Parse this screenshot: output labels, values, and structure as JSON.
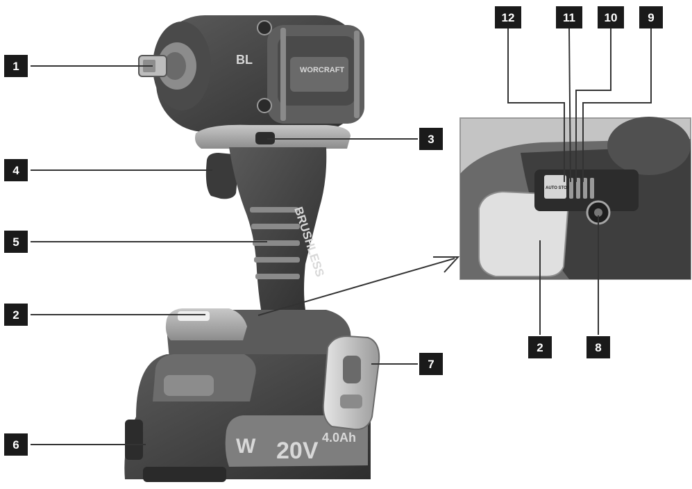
{
  "callouts": [
    {
      "id": "1",
      "label": "1"
    },
    {
      "id": "2",
      "label": "2"
    },
    {
      "id": "3",
      "label": "3"
    },
    {
      "id": "4",
      "label": "4"
    },
    {
      "id": "5",
      "label": "5"
    },
    {
      "id": "6",
      "label": "6"
    },
    {
      "id": "7",
      "label": "7"
    },
    {
      "id": "8",
      "label": "8"
    },
    {
      "id": "9",
      "label": "9"
    },
    {
      "id": "10",
      "label": "10"
    },
    {
      "id": "11",
      "label": "11"
    },
    {
      "id": "12",
      "label": "12"
    },
    {
      "id": "2b",
      "label": "2"
    }
  ],
  "tool": {
    "brand_logo": "WORCRAFT",
    "grip_text": "BRUSHLESS",
    "battery_logo": "W",
    "battery_voltage": "20V",
    "battery_capacity": "4.0Ah",
    "top_badge": "BL",
    "auto_stop": "AUTO STOP"
  },
  "colors": {
    "label_bg": "#1a1a1a",
    "label_fg": "#ffffff",
    "leader": "#333333",
    "tool_dark": "#3c3c3c",
    "tool_mid": "#7a7a7a",
    "tool_light": "#b4b4b4"
  }
}
